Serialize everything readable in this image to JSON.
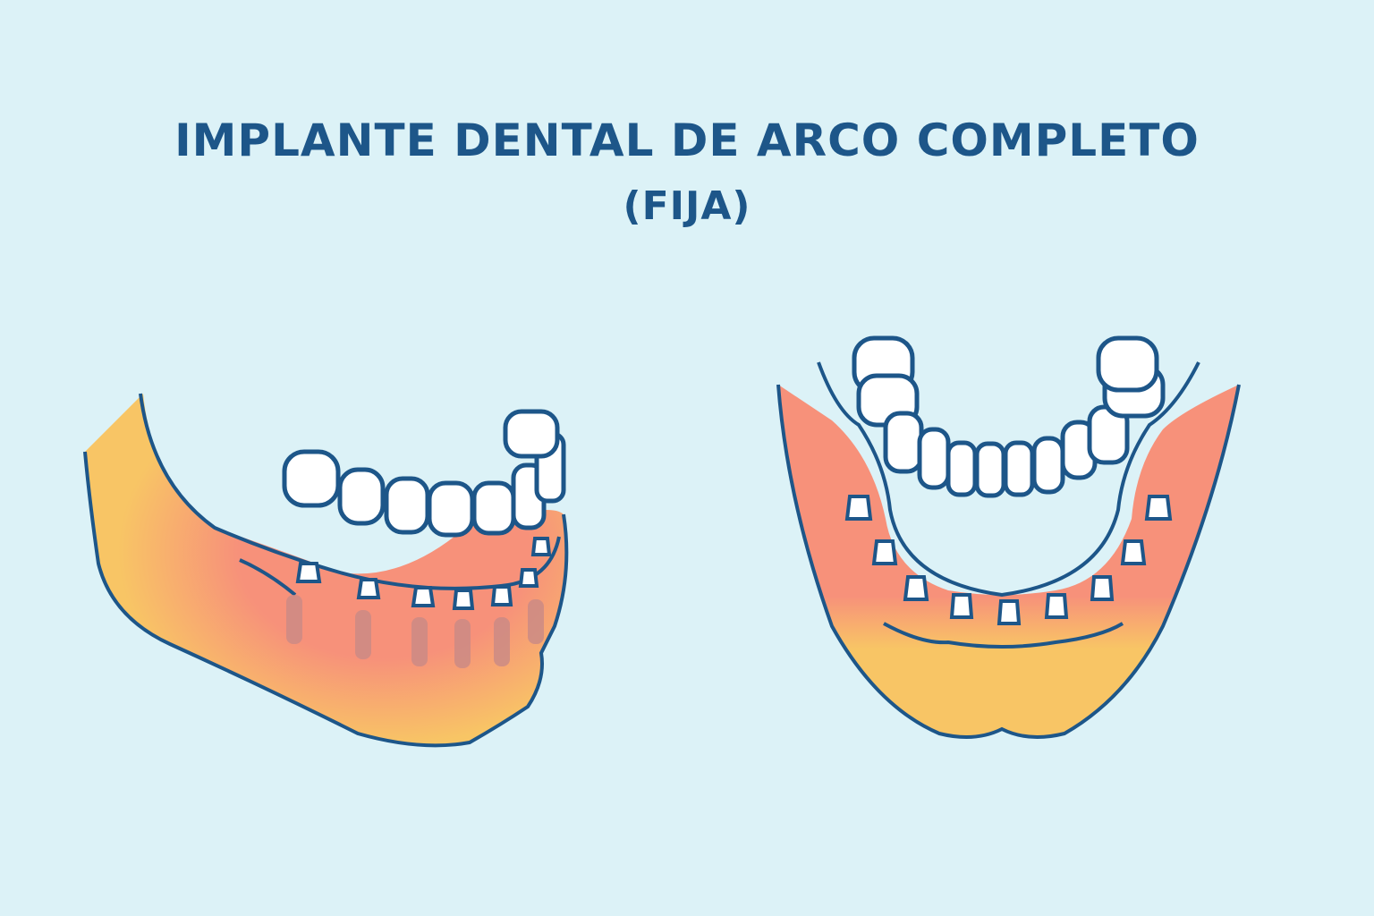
{
  "title": {
    "line1": "IMPLANTE DENTAL DE ARCO COMPLETO",
    "line2": "(FIJA)"
  },
  "illustrations": [
    {
      "name": "side-view-jaw",
      "implant_count": 7,
      "teeth_visible": "full-arch-bridge"
    },
    {
      "name": "top-view-jaw",
      "implant_count": 9,
      "teeth_visible": "full-arch-bridge"
    }
  ],
  "colors": {
    "background": "#dcf2f7",
    "outline": "#1d5689",
    "gum": "#f7917a",
    "bone": "#f8c565",
    "tooth": "#ffffff",
    "implant_root": "#c98a86"
  }
}
